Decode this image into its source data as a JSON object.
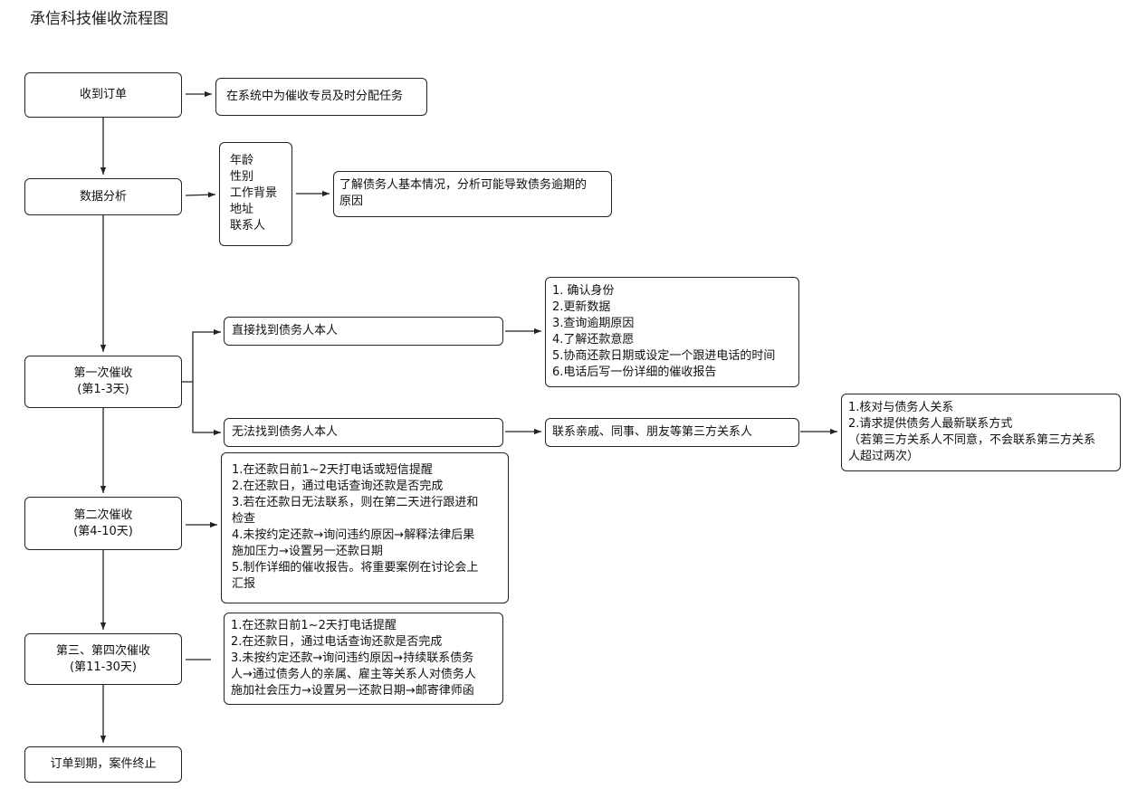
{
  "title": "承信科技催收流程图",
  "nodes": {
    "receive_order": "收到订单",
    "assign_task": "在系统中为催收专员及时分配任务",
    "data_analysis": "数据分析",
    "profile_fields": [
      "年龄",
      "性别",
      "工作背景",
      "地址",
      "联系人"
    ],
    "understand_debtor": [
      "了解债务人基本情况，分析可能导致债务逾期的",
      "原因"
    ],
    "first_collection": {
      "name": "第一次催收",
      "period": "(第1-3天)"
    },
    "found_debtor": "直接找到债务人本人",
    "found_steps": [
      "1. 确认身份",
      "2.更新数据",
      "3.查询逾期原因",
      "4.了解还款意愿",
      "5.协商还款日期或设定一个跟进电话的时间",
      "6.电话后写一份详细的催收报告"
    ],
    "not_found_debtor": "无法找到债务人本人",
    "contact_third_party": "联系亲戚、同事、朋友等第三方关系人",
    "third_party_steps": [
      "1.核对与债务人关系",
      "2.请求提供债务人最新联系方式",
      "（若第三方关系人不同意，不会联系第三方关系",
      "人超过两次）"
    ],
    "second_collection": {
      "name": "第二次催收",
      "period": "(第4-10天)"
    },
    "second_steps": [
      "1.在还款日前1~2天打电话或短信提醒",
      "2.在还款日，通过电话查询还款是否完成",
      "3.若在还款日无法联系，则在第二天进行跟进和",
      "检查",
      "4.未按约定还款→询问违约原因→解释法律后果",
      "施加压力→设置另一还款日期",
      "5.制作详细的催收报告。将重要案例在讨论会上",
      "汇报"
    ],
    "third_fourth_collection": {
      "name": "第三、第四次催收",
      "period": "(第11-30天)"
    },
    "third_fourth_steps": [
      "1.在还款日前1~2天打电话提醒",
      "2.在还款日，通过电话查询还款是否完成",
      "3.未按约定还款→询问违约原因→持续联系债务",
      "人→通过债务人的亲属、雇主等关系人对债务人",
      "施加社会压力→设置另一还款日期→邮寄律师函"
    ],
    "order_end": "订单到期，案件终止"
  },
  "colors": {
    "line": "#222222",
    "text": "#111111",
    "background": "#ffffff"
  }
}
